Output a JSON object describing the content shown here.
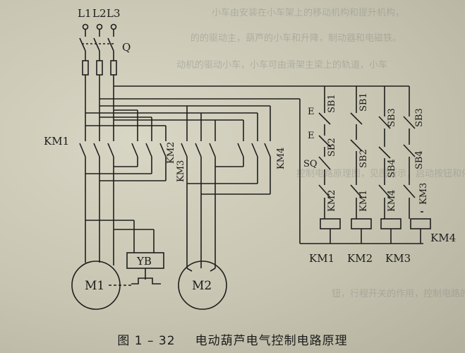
{
  "figure": {
    "number": "图 1 – 32",
    "title": "电动葫芦电气控制电路原理"
  },
  "labels": {
    "l1": "L1",
    "l2": "L2",
    "l3": "L3",
    "q": "Q",
    "km1_main": "KM1",
    "km2_main": "KM2",
    "km3_main": "KM3",
    "km4_main": "KM4",
    "sb1_a": "SB1",
    "sb1_b": "SB1",
    "sb2_a": "SB2",
    "sb2_b": "SB2",
    "sb3_a": "SB3",
    "sb3_b": "SB3",
    "sb4_a": "SB4",
    "sb4_b": "SB4",
    "sq": "SQ",
    "il_km2": "KM2",
    "il_km1": "KM1",
    "il_km4": "KM4",
    "il_km3": "KM3",
    "coil_km1": "KM1",
    "coil_km2": "KM2",
    "coil_km3": "KM3",
    "coil_km4": "KM4",
    "yb": "YB",
    "m1": "M1",
    "m2": "M2"
  },
  "background_text": [
    "小车由安装在小车架上的移动机构和提升机构，",
    "的的驱动主，葫芦的小车和升降，制动器和电磁铁。",
    "动机的驱动小车，小车可由滑架主梁上的轨道，小车",
    "控制电路原理图，见图所示，启动按钮和停止按",
    "钮，行程开关的作用，控制电路的电压与吊钩位置"
  ]
}
